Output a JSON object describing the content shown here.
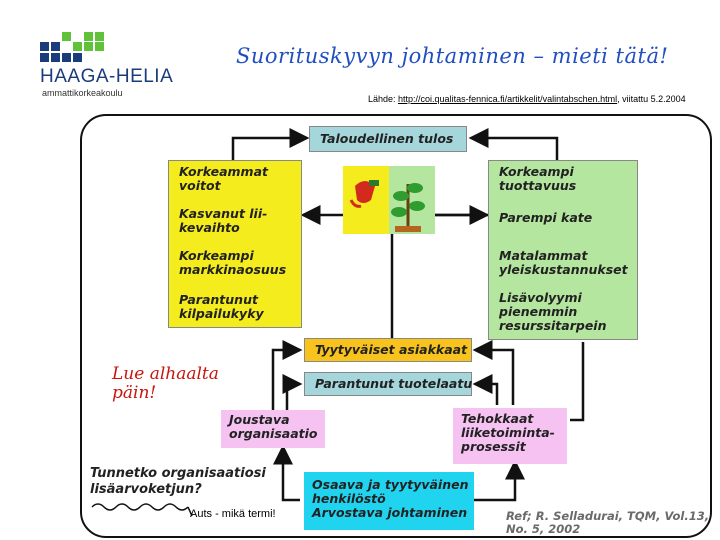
{
  "logo": {
    "name": "HAAGA-HELIA",
    "subtitle": "ammattikorkeakoulu",
    "colors": {
      "blue": "#1a3c7a",
      "green": "#5fc238"
    }
  },
  "title": "Suorituskyvyn johtaminen – mieti tätä!",
  "source": {
    "prefix": "Lähde: ",
    "link": "http://coi.qualitas-fennica.fi/artikkelit/valintabschen.html",
    "suffix": ", viitattu 5.2.2004"
  },
  "diagram": {
    "top_box": "Taloudellinen tulos",
    "left_column": [
      "Korkeammat\nvoitot",
      "Kasvanut lii-\nkevaihto",
      "Korkeampi\nmarkkinaosuus",
      "Parantunut\nkilpailukyky"
    ],
    "right_column": [
      "Korkeampi\ntuottavuus",
      "Parempi kate",
      "Matalammat\nyleiskustannukset",
      "Lisävolyymi\npienemmin\nresurssitarpein"
    ],
    "satisfied_customers": "Tyytyväiset asiakkaat",
    "improved_quality": "Parantunut tuotelaatu",
    "flexible_org": "Joustava\norganisaatio",
    "efficient_processes": "Tehokkaat\nliiketoiminta-\nprosessit",
    "bottom_box": "Osaava ja tyytyväinen\nhenkilöstö\nArvostava johtaminen",
    "question": "Tunnetko organisaatiosi\nlisäarvoketjun?",
    "reference": "Ref; R. Selladurai, TQM, Vol.13,\nNo. 5, 2002",
    "picture": "picture-icon"
  },
  "notes": {
    "read_bottom_up": "Lue alhaalta\npäin!",
    "auts": "Auts - mikä termi!"
  },
  "colors": {
    "yellow": "#f5ec1e",
    "green": "#b4e6a0",
    "teal": "#a5d6db",
    "pink": "#f5c2f2",
    "cyan": "#20d4f0",
    "orange": "#f7c31c",
    "title_blue": "#1f4fc0",
    "note_red": "#c8150e"
  }
}
